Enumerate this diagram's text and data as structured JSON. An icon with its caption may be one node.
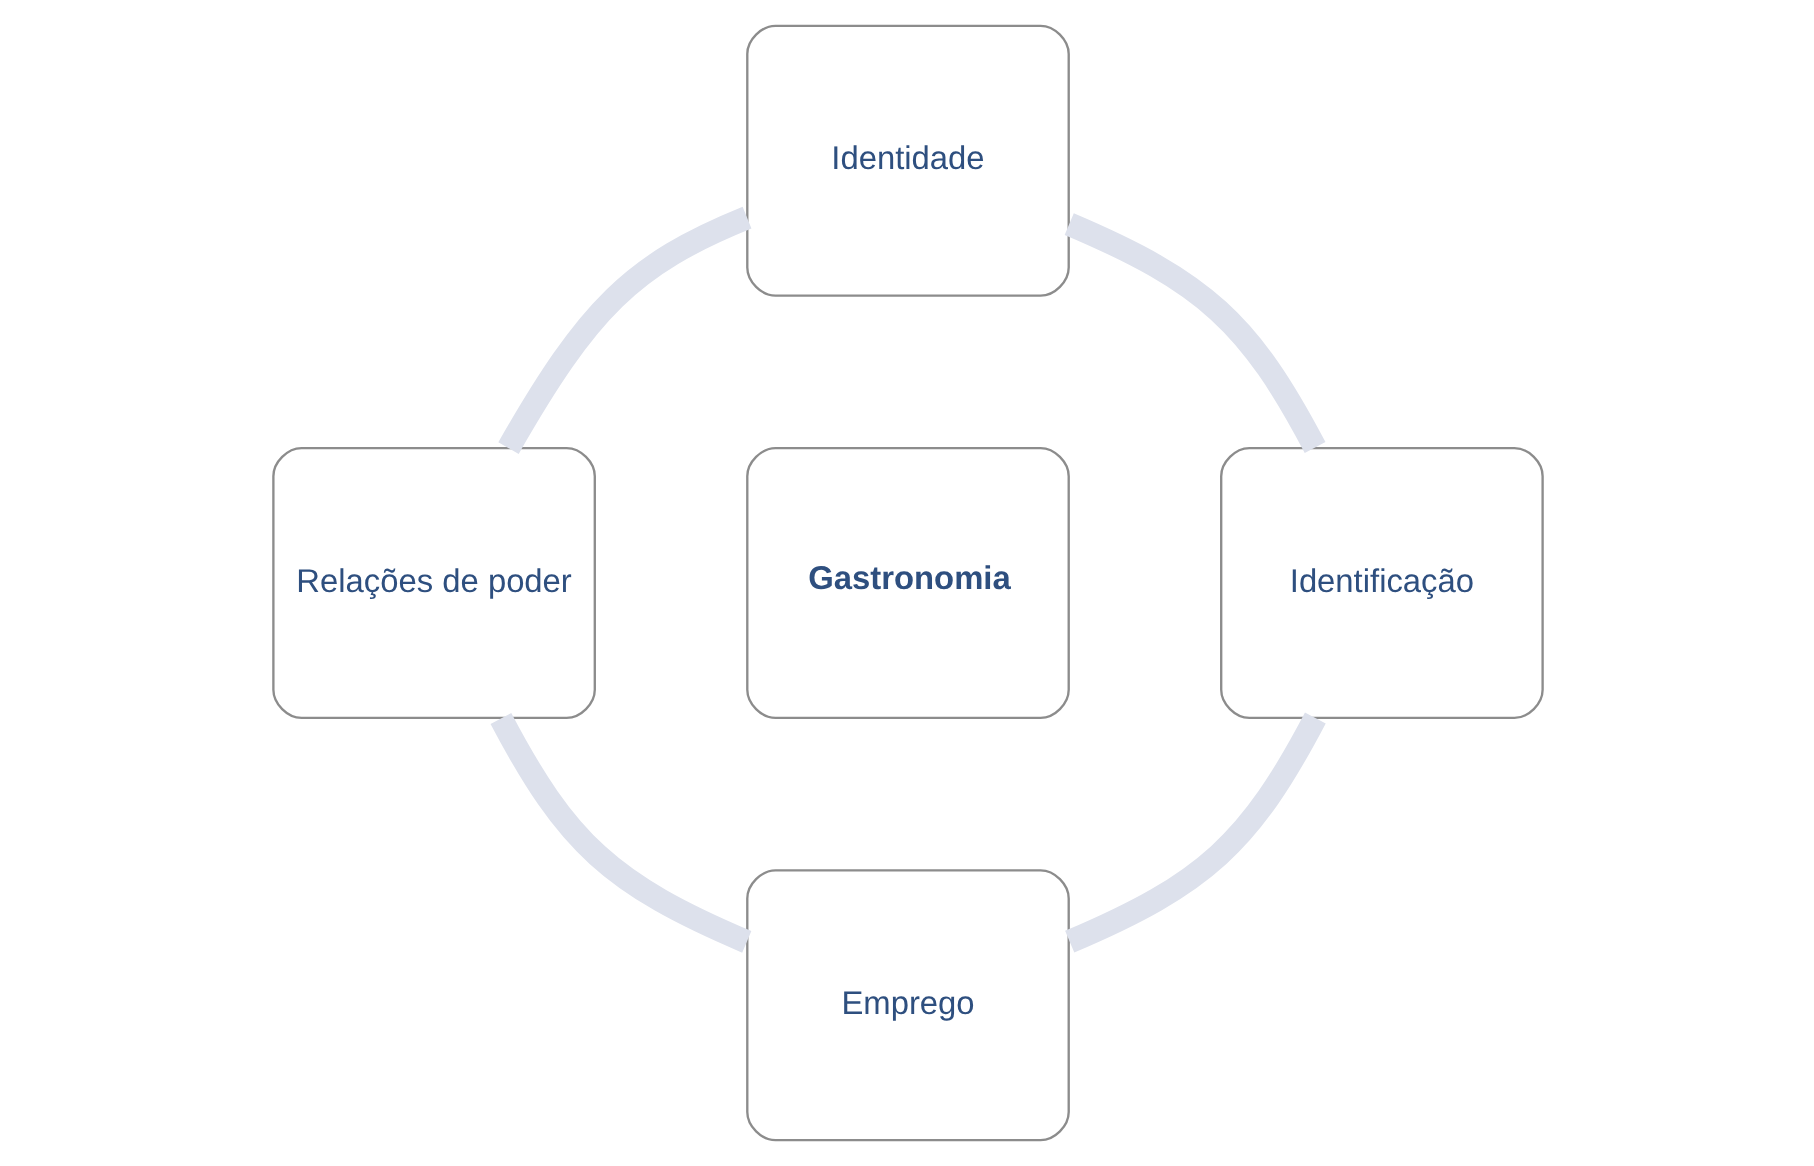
{
  "diagram": {
    "nodes": [
      {
        "text": [
          "Identidade"
        ]
      },
      {
        "text": [
          "Relações de poder"
        ]
      },
      {
        "text": [
          "Gastronomia"
        ]
      },
      {
        "text": [
          "Identificação"
        ]
      },
      {
        "text": [
          "Emprego"
        ]
      }
    ],
    "edges": [
      {
        "from": 0,
        "to": 3,
        "arrow": "none"
      },
      {
        "from": 3,
        "to": 4,
        "arrow": "none"
      },
      {
        "from": 4,
        "to": 1,
        "arrow": "none"
      },
      {
        "from": 1,
        "to": 0,
        "arrow": "none"
      }
    ]
  }
}
